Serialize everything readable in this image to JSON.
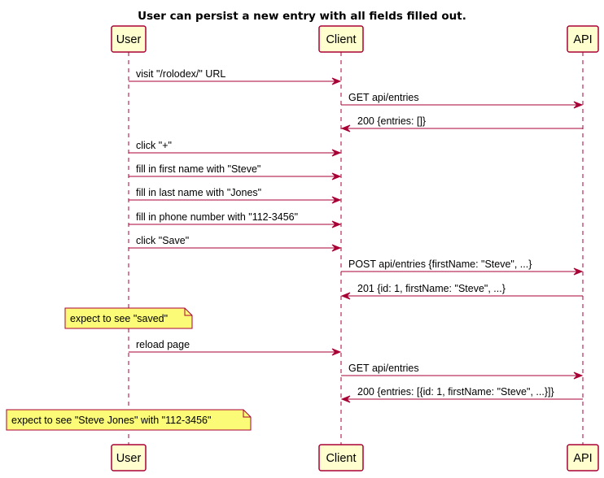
{
  "title": "User can persist a new entry with all fields filled out.",
  "participants": [
    {
      "id": "user",
      "label": "User"
    },
    {
      "id": "client",
      "label": "Client"
    },
    {
      "id": "api",
      "label": "API"
    }
  ],
  "steps": [
    {
      "kind": "message",
      "from": "user",
      "to": "client",
      "text": "visit \"/rolodex/\" URL"
    },
    {
      "kind": "message",
      "from": "client",
      "to": "api",
      "text": "GET api/entries"
    },
    {
      "kind": "message",
      "from": "api",
      "to": "client",
      "text": "200 {entries: []}"
    },
    {
      "kind": "message",
      "from": "user",
      "to": "client",
      "text": "click \"+\""
    },
    {
      "kind": "message",
      "from": "user",
      "to": "client",
      "text": "fill in first name with \"Steve\""
    },
    {
      "kind": "message",
      "from": "user",
      "to": "client",
      "text": "fill in last name with \"Jones\""
    },
    {
      "kind": "message",
      "from": "user",
      "to": "client",
      "text": "fill in phone number with \"112-3456\""
    },
    {
      "kind": "message",
      "from": "user",
      "to": "client",
      "text": "click \"Save\""
    },
    {
      "kind": "message",
      "from": "client",
      "to": "api",
      "text": "POST api/entries {firstName: \"Steve\", ...}"
    },
    {
      "kind": "message",
      "from": "api",
      "to": "client",
      "text": "201 {id: 1, firstName: \"Steve\", ...}"
    },
    {
      "kind": "note",
      "over": "user",
      "text": "expect to see \"saved\""
    },
    {
      "kind": "message",
      "from": "user",
      "to": "client",
      "text": "reload page"
    },
    {
      "kind": "message",
      "from": "client",
      "to": "api",
      "text": "GET api/entries"
    },
    {
      "kind": "message",
      "from": "api",
      "to": "client",
      "text": "200 {entries: [{id: 1, firstName: \"Steve\", ...}]}"
    },
    {
      "kind": "note",
      "over": "user",
      "text": "expect to see \"Steve Jones\" with \"112-3456\""
    }
  ],
  "colors": {
    "line": "#A80036",
    "participant_fill": "#FEFECE",
    "note_fill": "#FBFB77"
  }
}
